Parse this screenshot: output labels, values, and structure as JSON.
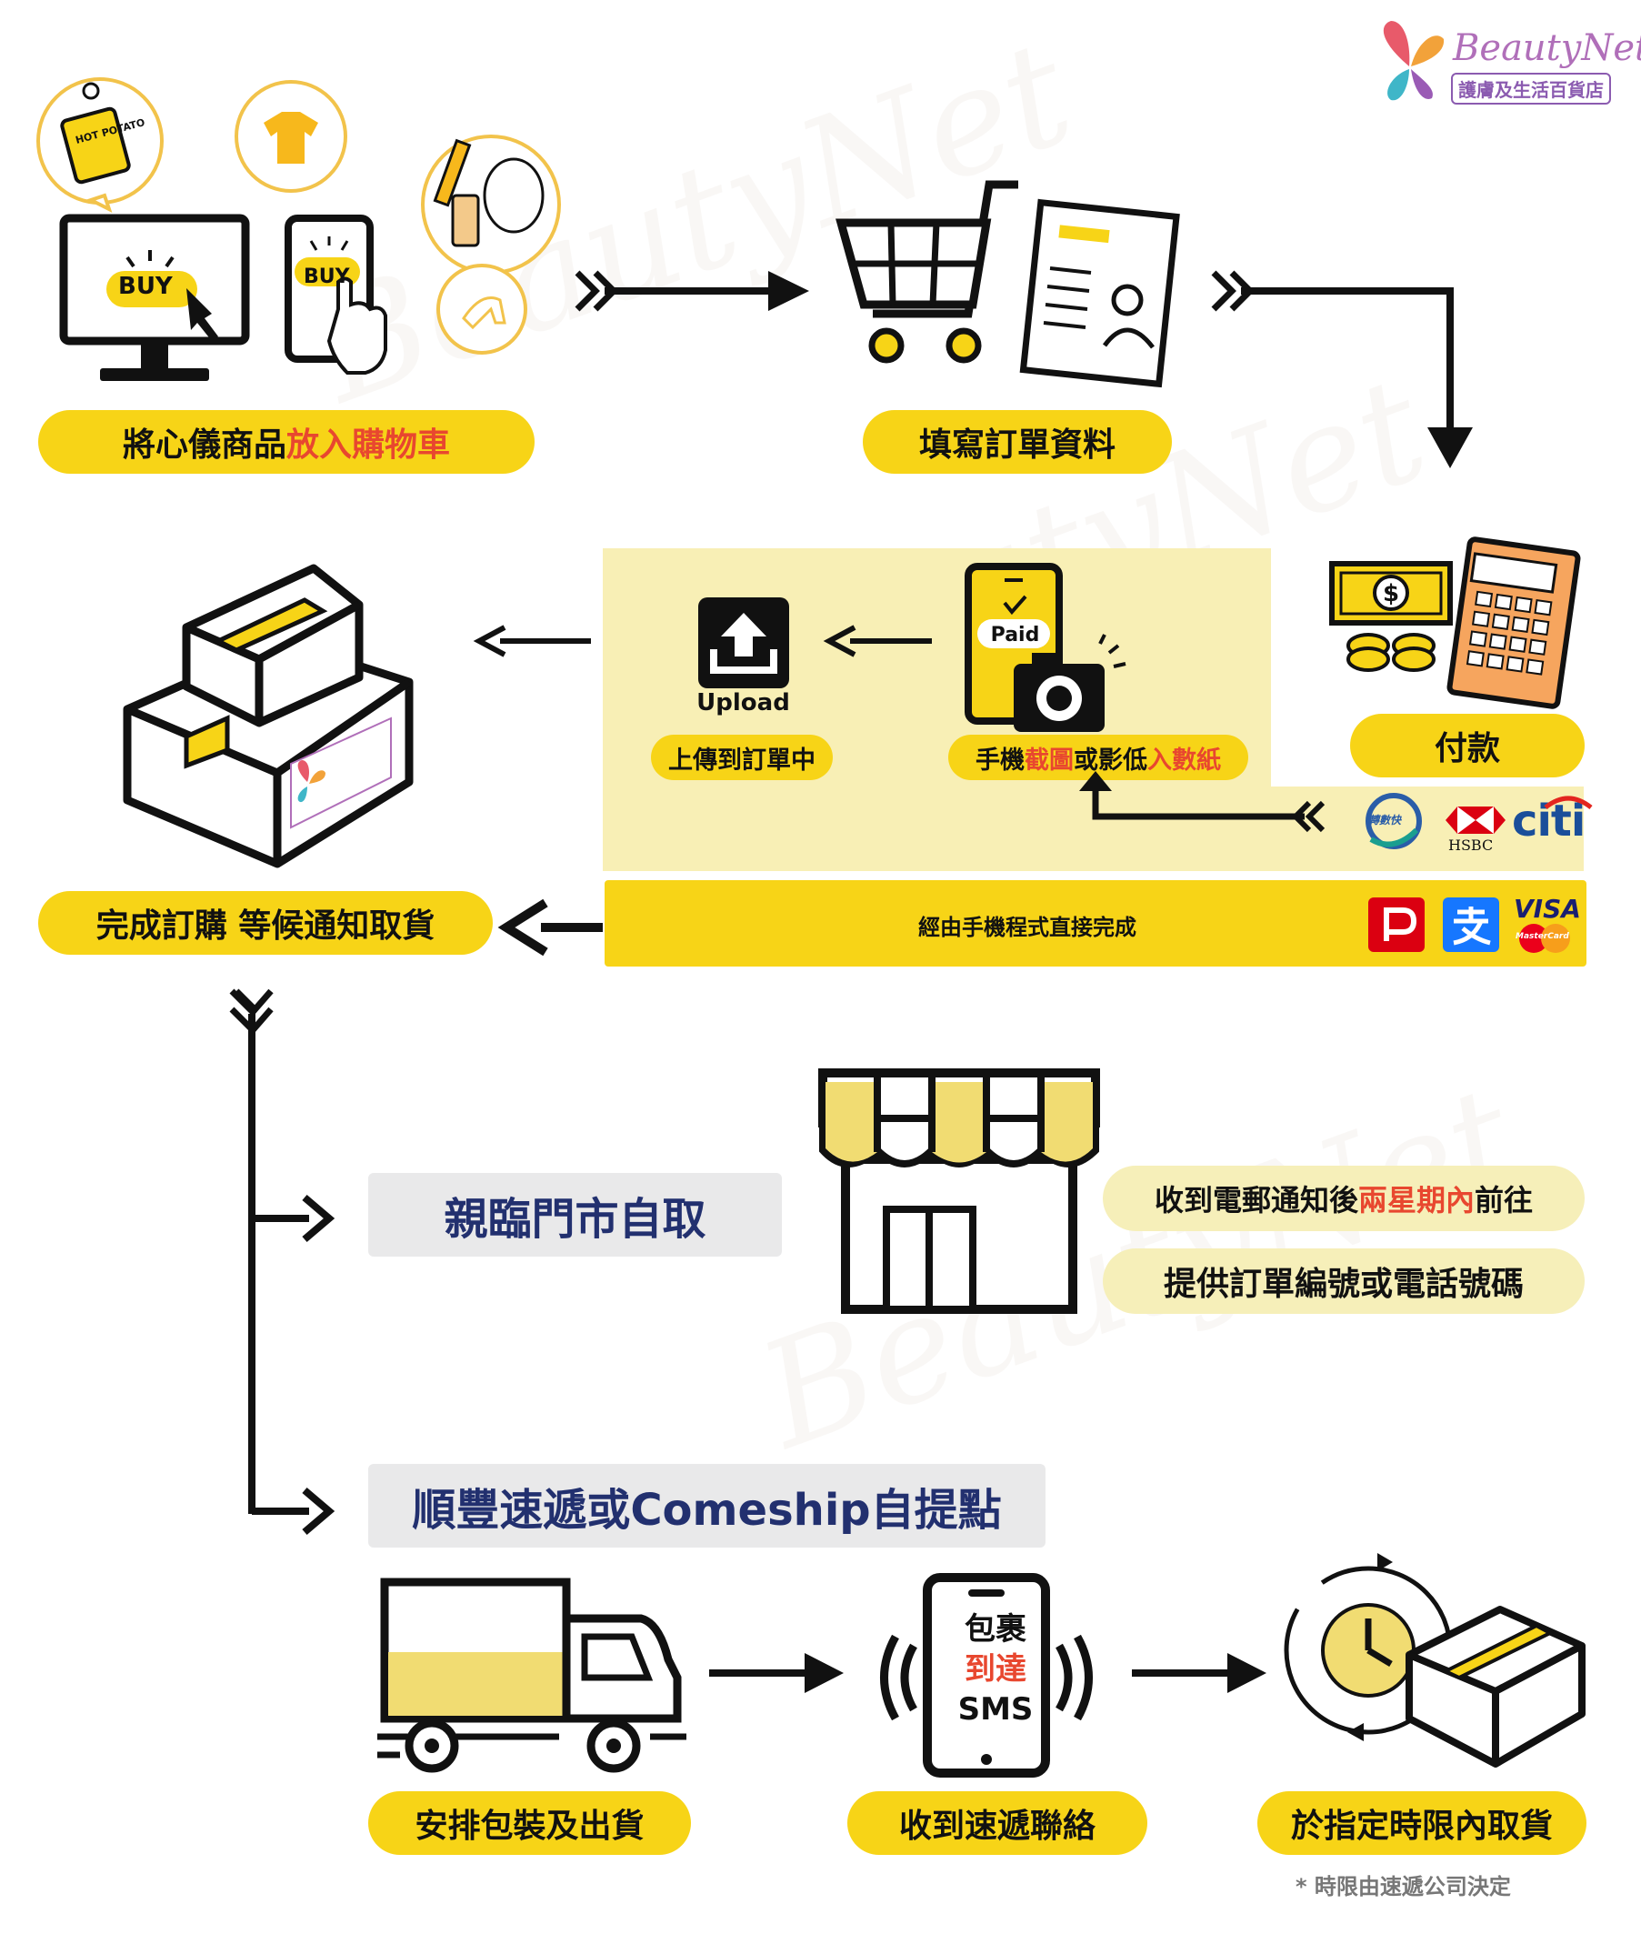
{
  "brand": {
    "name": "BeautyNet",
    "tagline": "護膚及生活百貨店"
  },
  "steps": {
    "add_to_cart": {
      "prefix": "將心儀商品",
      "highlight": "放入購物車"
    },
    "fill_order": "填寫訂單資料",
    "payment": "付款",
    "complete": "完成訂購 等候通知取貨"
  },
  "buy_label": "BUY",
  "hot_potato": "HOT POTATO",
  "payment_flow": {
    "upload_icon_label": "Upload",
    "upload_caption": "上傳到訂單中",
    "paid_label": "Paid",
    "screenshot_caption": {
      "a": "手機",
      "b": "截圖",
      "c": "或影低",
      "d": "入數紙"
    },
    "app_direct": "經由手機程式直接完成",
    "bank_logos": {
      "fps": "轉數快",
      "hsbc": "HSBC",
      "citi": "citi"
    },
    "wallet_logos": {
      "visa": "VISA",
      "mastercard": "MasterCard"
    }
  },
  "pickup": {
    "store_option": "親臨門市自取",
    "store_notes": [
      {
        "a": "收到電郵通知後",
        "b": "兩星期內",
        "c": "前往"
      },
      {
        "a": "提供訂單編號或電話號碼"
      }
    ],
    "courier_option": "順豐速遞或Comeship自提點",
    "courier_steps": [
      "安排包裝及出貨",
      "收到速遞聯絡",
      "於指定時限內取貨"
    ],
    "sms_text": {
      "line1": "包裹",
      "line2": "到達",
      "line3": "SMS"
    },
    "footnote": "* 時限由速遞公司決定"
  },
  "colors": {
    "accent": "#f7d417",
    "panel": "#f8efb5",
    "red": "#e8472f",
    "navy": "#22306f"
  }
}
